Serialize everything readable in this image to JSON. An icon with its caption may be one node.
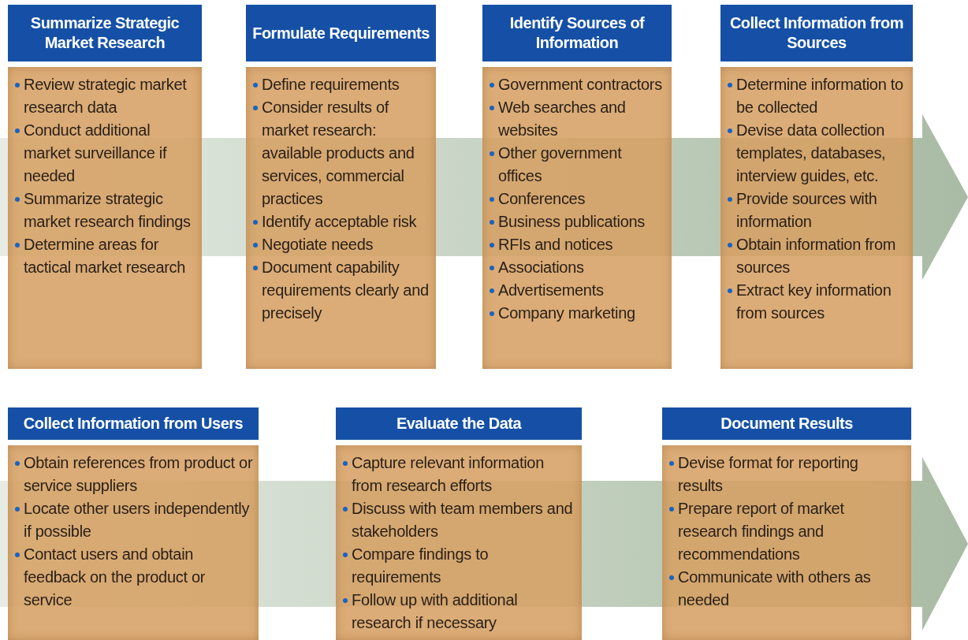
{
  "diagram": {
    "nodes": [
      {
        "text": [
          "Summarize Strategic Market Research",
          "Review strategic market research data",
          "Conduct additional market surveillance if needed",
          "Summarize strategic market research findings",
          "Determine areas for tactical market research"
        ]
      },
      {
        "text": [
          "Formulate Requirements",
          "Define requirements",
          "Consider results of market research: available products and services, commercial practices",
          "Identify acceptable risk",
          "Negotiate needs",
          "Document capability requirements clearly and precisely"
        ]
      },
      {
        "text": [
          "Identify Sources of Information",
          "Government contractors",
          "Web searches and websites",
          "Other government offices",
          "Conferences",
          "Business publications",
          "RFIs and notices",
          "Associations",
          "Advertisements",
          "Company marketing"
        ]
      },
      {
        "text": [
          "Collect Information from Sources",
          "Determine information to be collected",
          "Devise data collection templates, databases, interview guides, etc.",
          "Provide sources with information",
          "Obtain information from sources",
          "Extract key information from sources"
        ]
      },
      {
        "text": [
          "Collect Information from Users",
          "Obtain references from product or service suppliers",
          "Locate other users independently if possible",
          "Contact users and obtain feedback on the product or service"
        ]
      },
      {
        "text": [
          "Evaluate the Data",
          "Capture relevant information from research efforts",
          "Discuss with team members and stakeholders",
          "Compare findings to requirements",
          "Follow up with additional research if necessary"
        ]
      },
      {
        "text": [
          "Document Results",
          "Devise format for reporting results",
          "Prepare report of market research findings and recommendations",
          "Communicate with others as needed"
        ]
      }
    ]
  }
}
